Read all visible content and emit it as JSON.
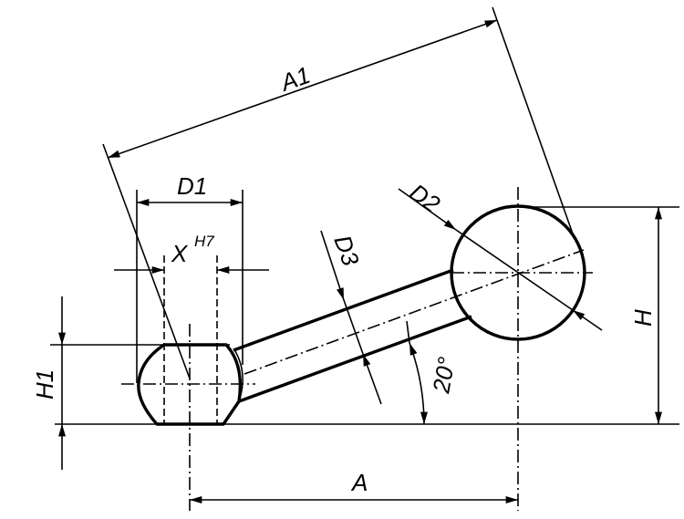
{
  "labels": {
    "a1": "A1",
    "d1": "D1",
    "x": "X",
    "x_tolerance": "H7",
    "d2": "D2",
    "d3": "D3",
    "h": "H",
    "h1": "H1",
    "angle": "20°",
    "a": "A"
  }
}
